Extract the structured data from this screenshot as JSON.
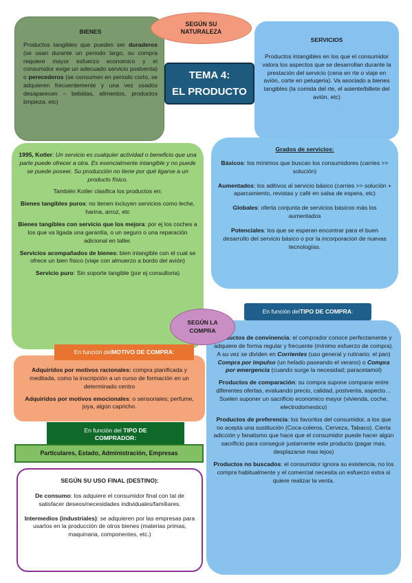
{
  "bienes": {
    "title": "BIENES",
    "t1": "Productos tangibles que pueden ser ",
    "duraderos": "duraderos",
    "t2": " (se usan durante un periodo largo, su compra requiere mayor esfuerzo economico y el consumidor exige un adecuado servicio postventa) o ",
    "perecederos": "perecederos",
    "t3": " (se consumen en periodo corto, se adquieren frecuentemente y una vez usados desaparecen – bebidas, alimentos, productos limpieza, etc)"
  },
  "naturaleza": {
    "line1": "SEGÚN SU",
    "line2": "NATURALEZA"
  },
  "tema": {
    "line1": "TEMA 4:",
    "line2": "EL PRODUCTO"
  },
  "servicios": {
    "title": "SERVICIOS",
    "text": "Productos intangibles en los que el consumidor valora los aspectos que se desarrollan durante la prestación del servicio (cena en rte o viaje en avión, corte en peluqeria). Va asociado a bienes tangibles (la comida del rte, el asiente/billete del avión, etc)"
  },
  "kotler": {
    "year": "1995, Kotler",
    "quote": ": Un servicio es cualquier actividad o beneficio que una parte puede ofrecer a otra. Es esencialmente intangible y no puede se puede poseer. Su producción no tiene por qué ligarse a un producto físico.",
    "intro": "También Kotler clasifica los productos en:",
    "items": [
      {
        "label": "Bienes tangibles puros",
        "text": ": no tienen incluyen servicios como leche, harina, arroz, etc"
      },
      {
        "label": "Bienes tangibles con servicio que los mejora",
        "text": ": por ej los coches a los que va ligada una garantía, o un seguro o una reparación adicional en taller."
      },
      {
        "label": "Servicios acompañados de bienes",
        "text": ": bien intangible con el cual se ofrece un bien físico (viaje con almuerzo a bordo del avión)"
      },
      {
        "label": "Servicio puro",
        "text": ": Sin soporte tangible (por ej consultoria)"
      }
    ]
  },
  "grados": {
    "title": "Grados de servicios:",
    "items": [
      {
        "label": "Básicos",
        "text": ": los mínimos que buscan los consumidores (carries >> solución)"
      },
      {
        "label": "Aumentados",
        "text": ": los aditivos al servicio básico (carries >> solución + aparcamiento, revistas y café en salsa de espera, etc)"
      },
      {
        "label": "Globales",
        "text": ": oferta conjunta de servicios básicos más los aumentados"
      },
      {
        "label": "Potenciales",
        "text": ": los que se esperan encontrar para el buen desarrollo del servicio básico o por la incorporacion de nuevas tecnologías."
      }
    ]
  },
  "tipo_compra": {
    "prefix": "En función del ",
    "bold": "TIPO DE COMPRA",
    "suffix": ":"
  },
  "compra_circle": {
    "line1": "SEGÚN LA",
    "line2": "COMPRA"
  },
  "compra": {
    "conv_label": "Productos de convinencia",
    "conv_t1": ": el comprador conoce perfectamente y adquiere de forma regular y frecuente (mínimo esfuerzo de compra). A su vez se dividen en ",
    "corrientes": "Corrientes",
    "conv_t2": " (uso general y rutinario; el pan) ",
    "impulso": "Compra por impulso",
    "conv_t3": " (un helado paseando el verano) o ",
    "emergencia": "Compra por emergencia",
    "conv_t4": " (cuando surge la necesidad; paracetamol)",
    "comp_label": "Productos de comparación",
    "comp_text": ": su compra supone comparar entre diferentes ofertas, evaluando precio, calidad, postventa, aspecto… Suelen suponer un sacrificio economico mayor (vivienda, coche, electrodomestico)",
    "pref_label": "Productos de preferencia",
    "pref_text": ": los favoritos del consumidor, a los que no acepta una sustitución (Coca-coleros, Cerveza, Tabaco). Cierta adicción y fanatismo que hace que el consumidor puede hacer algún sacrificio para conseguir justamente este producto (pagar mas, desplazarse mas lejos)",
    "nob_label": "Productos no buscados",
    "nob_text": ": el consumidor ignora su existencia, no los compra habitualmente y el comercial necesita un esfuerzo extra si quiere realizar la venta."
  },
  "motivo": {
    "hdr_prefix": "En función del ",
    "hdr_bold": "MOTIVO DE COMPRA",
    "hdr_suffix": ":",
    "rac_label": "Adquiridos por motivos racionales:",
    "rac_text": " compra planificada y meditada, como la inscripción a un curso de formación en un determinado centro",
    "emo_label": "Adquiridos por motivos emocionales",
    "emo_text": ": o sensoriales; perfume, joya, algún capricho."
  },
  "comprador": {
    "hdr_prefix": "En función del ",
    "hdr_bold1": "TIPO DE",
    "hdr_bold2": "COMPRADOR:",
    "bar": "Particulares, Estado, Administración, Empresas"
  },
  "uso_final": {
    "title": "SEGÚN SU USO FINAL (DESTINO):",
    "consumo_label": "De consumo",
    "consumo_text": ": los adquiere el consumidor final con tal de satisfacer deseos/necesidades individuales/familiares.",
    "ind_label": "Intermedios (industriales)",
    "ind_text": ": se adquieren por las empresas para usarlos en la producción de otros bienes (materias primas, maquinaria, componentes, etc.)"
  }
}
